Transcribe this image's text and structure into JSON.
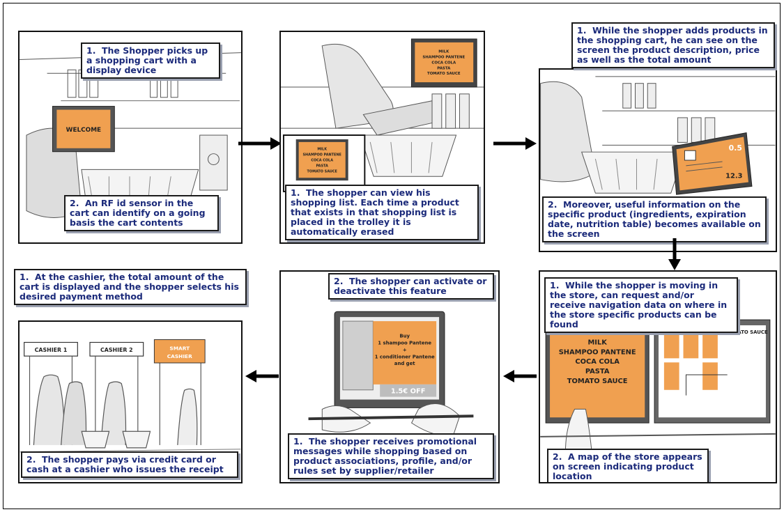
{
  "panels": [
    {
      "id": "p1",
      "screen_text": "WELCOME",
      "captions": [
        {
          "num": "1.",
          "text": "The Shopper picks up a shopping cart with a display device"
        },
        {
          "num": "2.",
          "text": "An RF id sensor in the cart can identify on a going basis the cart contents"
        }
      ]
    },
    {
      "id": "p2",
      "screen_items": [
        "MILK",
        "SHAMPOO PANTENE",
        "COCA COLA",
        "PASTA",
        "TOMATO SAUCE"
      ],
      "captions": [
        {
          "num": "1.",
          "text": "The shopper can view his shopping list. Each time a product that exists in that shopping list is placed in the trolley it is automatically erased"
        }
      ]
    },
    {
      "id": "p3",
      "screen_price": "0.5",
      "screen_total": "12.3",
      "captions": [
        {
          "num": "1.",
          "text": "While the shopper adds products in the shopping cart, he can see on the screen the product description, price as well as the total amount"
        },
        {
          "num": "2.",
          "text": "Moreover, useful information on the specific product (ingredients, expiration date, nutrition table) becomes available on the screen"
        }
      ]
    },
    {
      "id": "p4",
      "screen_items": [
        "MILK",
        "SHAMPOO PANTENE",
        "COCA COLA",
        "PASTA",
        "TOMATO SAUCE"
      ],
      "map_label": "TOMATO SAUCE",
      "captions": [
        {
          "num": "1.",
          "text": "While the shopper is moving in the store, can request and/or receive navigation data on where in the store specific products can be found"
        },
        {
          "num": "2.",
          "text": "A map of the store appears on screen indicating product location"
        }
      ]
    },
    {
      "id": "p5",
      "promo_lines": [
        "Buy",
        "1 shampoo Pantene",
        "+",
        "1 conditioner Pantene",
        "and get"
      ],
      "promo_offer": "1.5€ OFF",
      "captions": [
        {
          "num": "2.",
          "text": "The shopper can activate or deactivate this feature"
        },
        {
          "num": "1.",
          "text": "The shopper receives promotional messages while shopping based on product associations, profile, and/or rules set by supplier/retailer"
        }
      ]
    },
    {
      "id": "p6",
      "signs": [
        "CASHIER 1",
        "CASHIER 2",
        "SMART CASHIER"
      ],
      "captions": [
        {
          "num": "1.",
          "text": "At the cashier, the total amount of the cart is displayed and the shopper selects his desired payment method"
        },
        {
          "num": "2.",
          "text": "The shopper pays via credit card or cash at a cashier who issues the receipt"
        }
      ]
    }
  ],
  "colors": {
    "caption_text": "#1b2a7a",
    "screen_orange": "#f0a050",
    "frame": "#111111"
  },
  "icons": [
    "arrow-right-icon",
    "arrow-down-icon",
    "arrow-left-icon"
  ]
}
